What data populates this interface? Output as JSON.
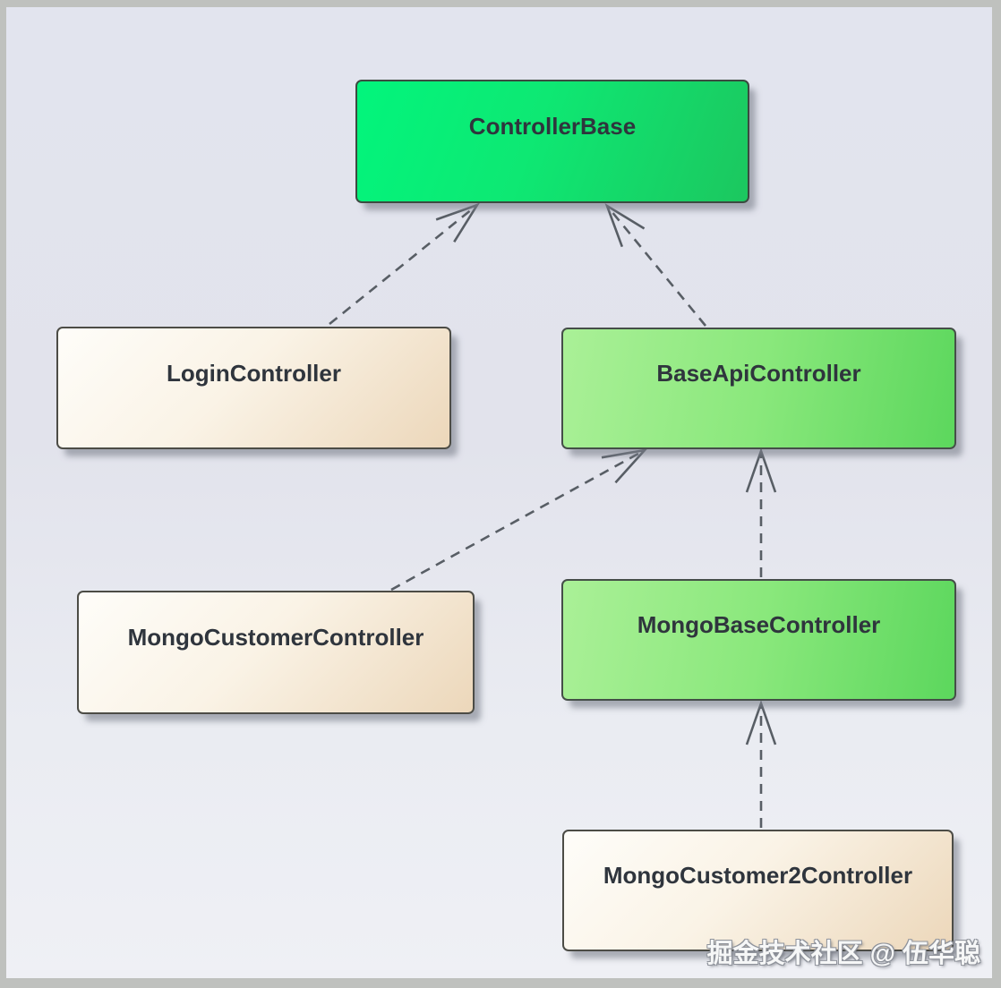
{
  "diagram": {
    "type": "uml-class-inheritance",
    "nodes": [
      {
        "id": "ControllerBase",
        "label": "ControllerBase",
        "variant": "green-bright"
      },
      {
        "id": "LoginController",
        "label": "LoginController",
        "variant": "cream"
      },
      {
        "id": "BaseApiController",
        "label": "BaseApiController",
        "variant": "green-light"
      },
      {
        "id": "MongoCustomerController",
        "label": "MongoCustomerController",
        "variant": "cream"
      },
      {
        "id": "MongoBaseController",
        "label": "MongoBaseController",
        "variant": "green-light"
      },
      {
        "id": "MongoCustomer2Controller",
        "label": "MongoCustomer2Controller",
        "variant": "cream"
      }
    ],
    "edges": [
      {
        "from": "LoginController",
        "to": "ControllerBase",
        "relation": "generalization",
        "line_style": "dashed-open-arrow"
      },
      {
        "from": "BaseApiController",
        "to": "ControllerBase",
        "relation": "generalization",
        "line_style": "dashed-open-arrow"
      },
      {
        "from": "MongoCustomerController",
        "to": "BaseApiController",
        "relation": "generalization",
        "line_style": "dashed-open-arrow"
      },
      {
        "from": "MongoBaseController",
        "to": "BaseApiController",
        "relation": "generalization",
        "line_style": "dashed-open-arrow"
      },
      {
        "from": "MongoCustomer2Controller",
        "to": "MongoBaseController",
        "relation": "generalization",
        "line_style": "dashed-open-arrow"
      }
    ]
  },
  "watermark": {
    "text": "掘金技术社区 @ 伍华聪"
  },
  "colors": {
    "green_bright_start": "#02f57c",
    "green_bright_end": "#1cc75f",
    "green_light_start": "#aaf097",
    "green_light_end": "#5cd75d",
    "cream_start": "#fefdf9",
    "cream_end": "#ecd7ba",
    "node_border": "#454e48",
    "edge_stroke": "#585e65",
    "canvas_top": "#e2e4ee",
    "canvas_bottom": "#eff0f5",
    "frame": "#bfc1be"
  }
}
